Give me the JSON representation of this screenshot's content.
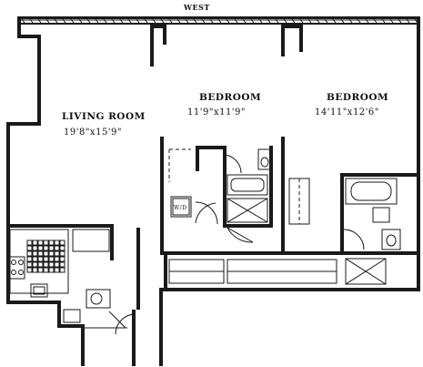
{
  "compass_label": "WEST",
  "rooms": {
    "living": {
      "name": "LIVING ROOM",
      "dims": "19'8\"x15'9\""
    },
    "bedroom1": {
      "name": "BEDROOM",
      "dims": "11'9\"x11'9\""
    },
    "bedroom2": {
      "name": "BEDROOM",
      "dims": "14'11\"x12'6\""
    }
  },
  "washer_dryer_label": "W/D",
  "colors": {
    "ink": "#1a1a1a",
    "paper": "#ffffff"
  }
}
